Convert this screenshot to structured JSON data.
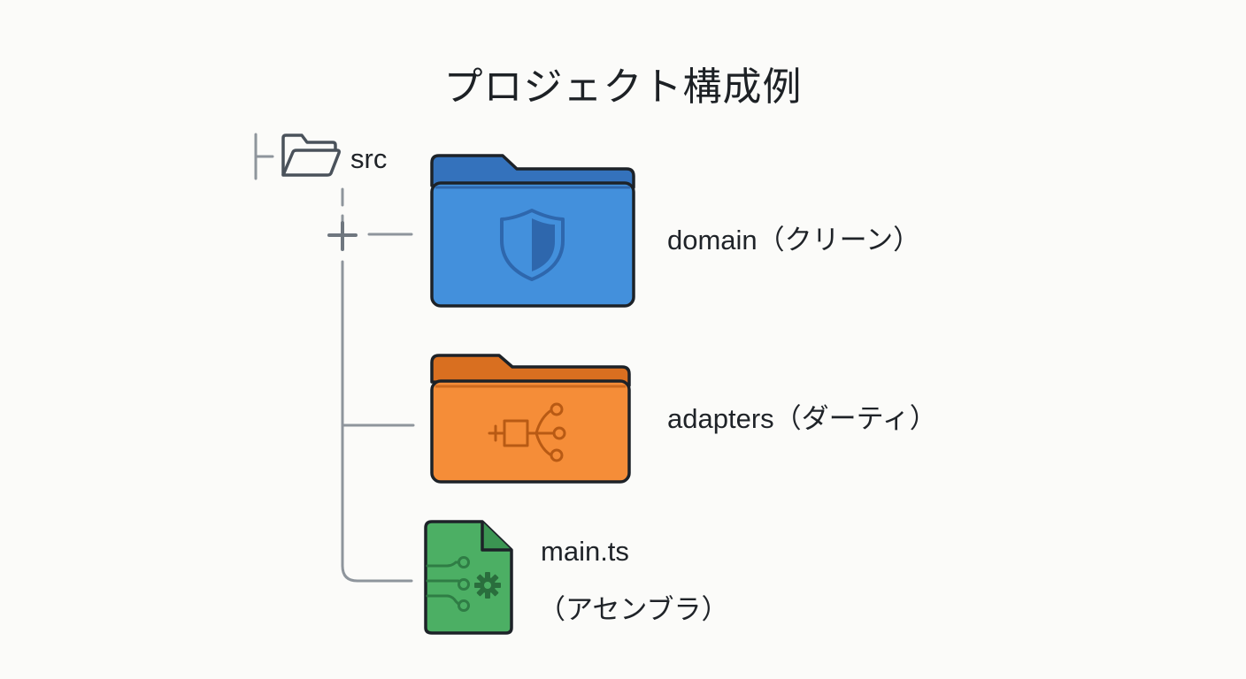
{
  "title": "プロジェクト構成例",
  "tree": {
    "root": {
      "label": "src",
      "icon": "open-folder-outline-icon"
    },
    "items": [
      {
        "label": "domain（クリーン）",
        "icon": "shield-icon",
        "color": "#3f8ddb",
        "kind": "folder"
      },
      {
        "label": "adapters（ダーティ）",
        "icon": "circuit-nodes-icon",
        "color": "#f28c38",
        "kind": "folder"
      },
      {
        "label": "main.ts",
        "sublabel": "（アセンブラ）",
        "icon": "gear-circuit-icon",
        "color": "#4caf64",
        "kind": "file"
      }
    ]
  },
  "colors": {
    "line": "#8e959c",
    "outline": "#1d2228"
  }
}
